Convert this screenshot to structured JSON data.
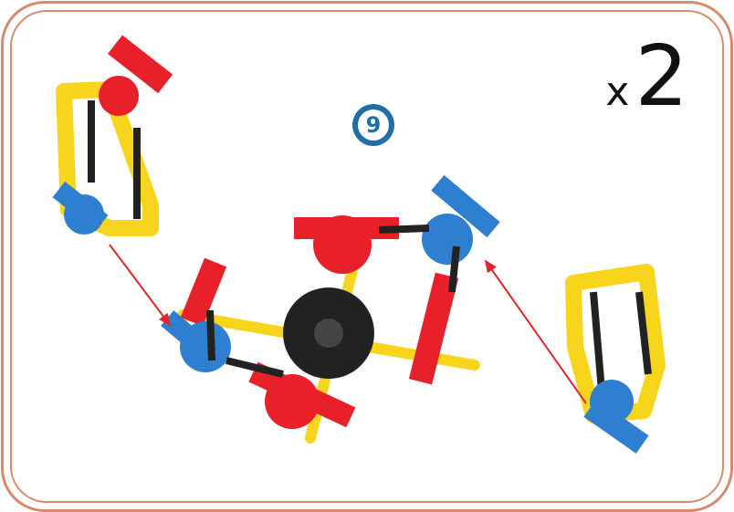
{
  "step": {
    "number": "9"
  },
  "quantity": {
    "prefix": "x",
    "count": "2"
  },
  "colors": {
    "frame": "#d98a6a",
    "badge": "#1f6fa8",
    "red": "#e8202a",
    "yellow": "#f7d51d",
    "blue": "#2f7fd0",
    "black": "#222222",
    "arrow": "#e2262b"
  }
}
